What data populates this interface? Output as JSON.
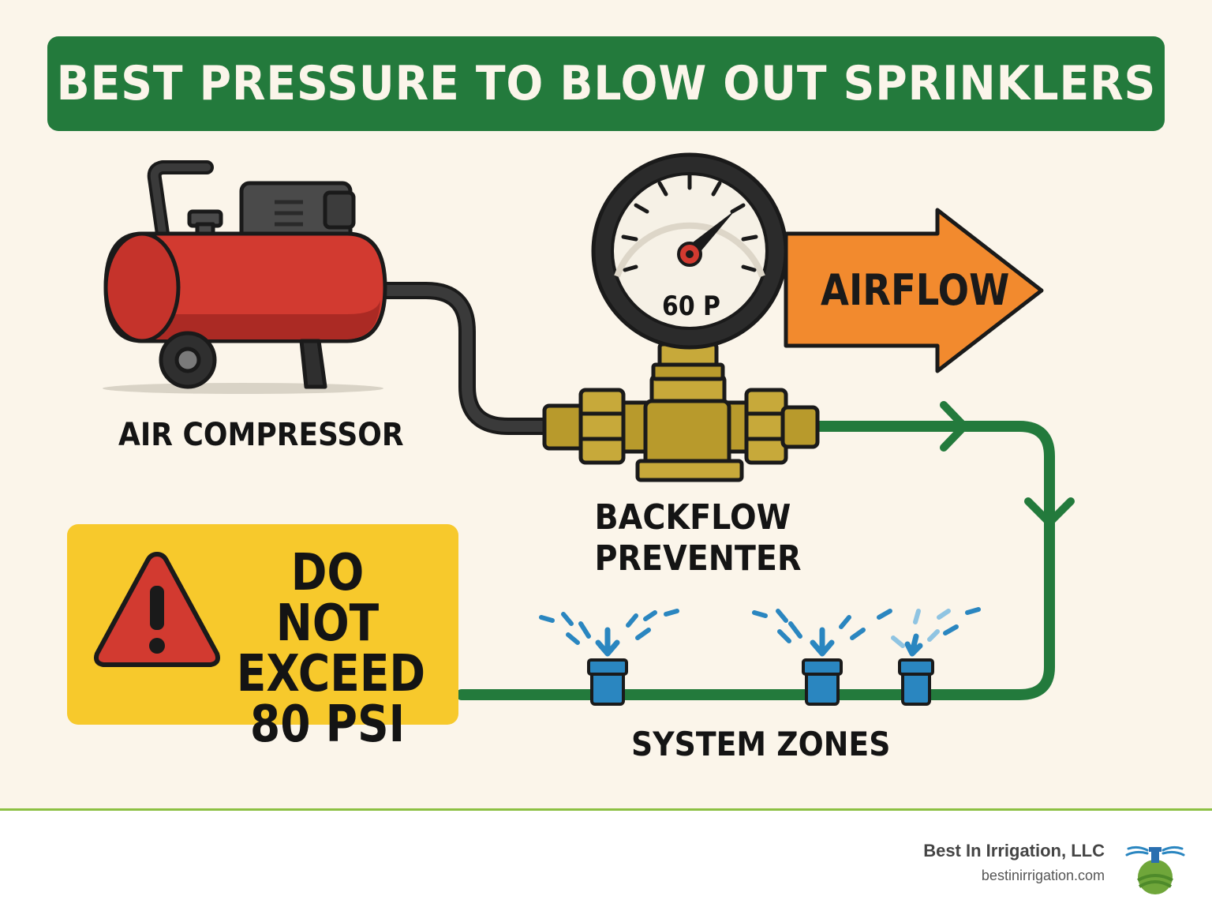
{
  "title": "BEST PRESSURE TO BLOW OUT SPRINKLERS",
  "compressor": {
    "label": "AIR COMPRESSOR",
    "icon": "air-compressor-icon",
    "color": "#d23a30"
  },
  "gauge": {
    "reading": "60 P",
    "icon": "pressure-gauge-icon"
  },
  "arrow": {
    "label": "AIRFLOW",
    "color": "#f28a2e"
  },
  "backflow": {
    "label_line1": "BACKFLOW",
    "label_line2": "PREVENTER",
    "icon": "backflow-valve-icon",
    "color": "#b89a2c"
  },
  "warning": {
    "line1": "DO NOT",
    "line2": "EXCEED",
    "line3": "80 PSI",
    "icon": "warning-triangle-icon",
    "color": "#f7c92c"
  },
  "zones": {
    "label": "SYSTEM ZONES",
    "icon": "sprinkler-head-icon",
    "pipe_color": "#237a3c"
  },
  "footer": {
    "company": "Best In Irrigation, LLC",
    "url": "bestinirrigation.com",
    "icon": "company-logo-icon"
  }
}
